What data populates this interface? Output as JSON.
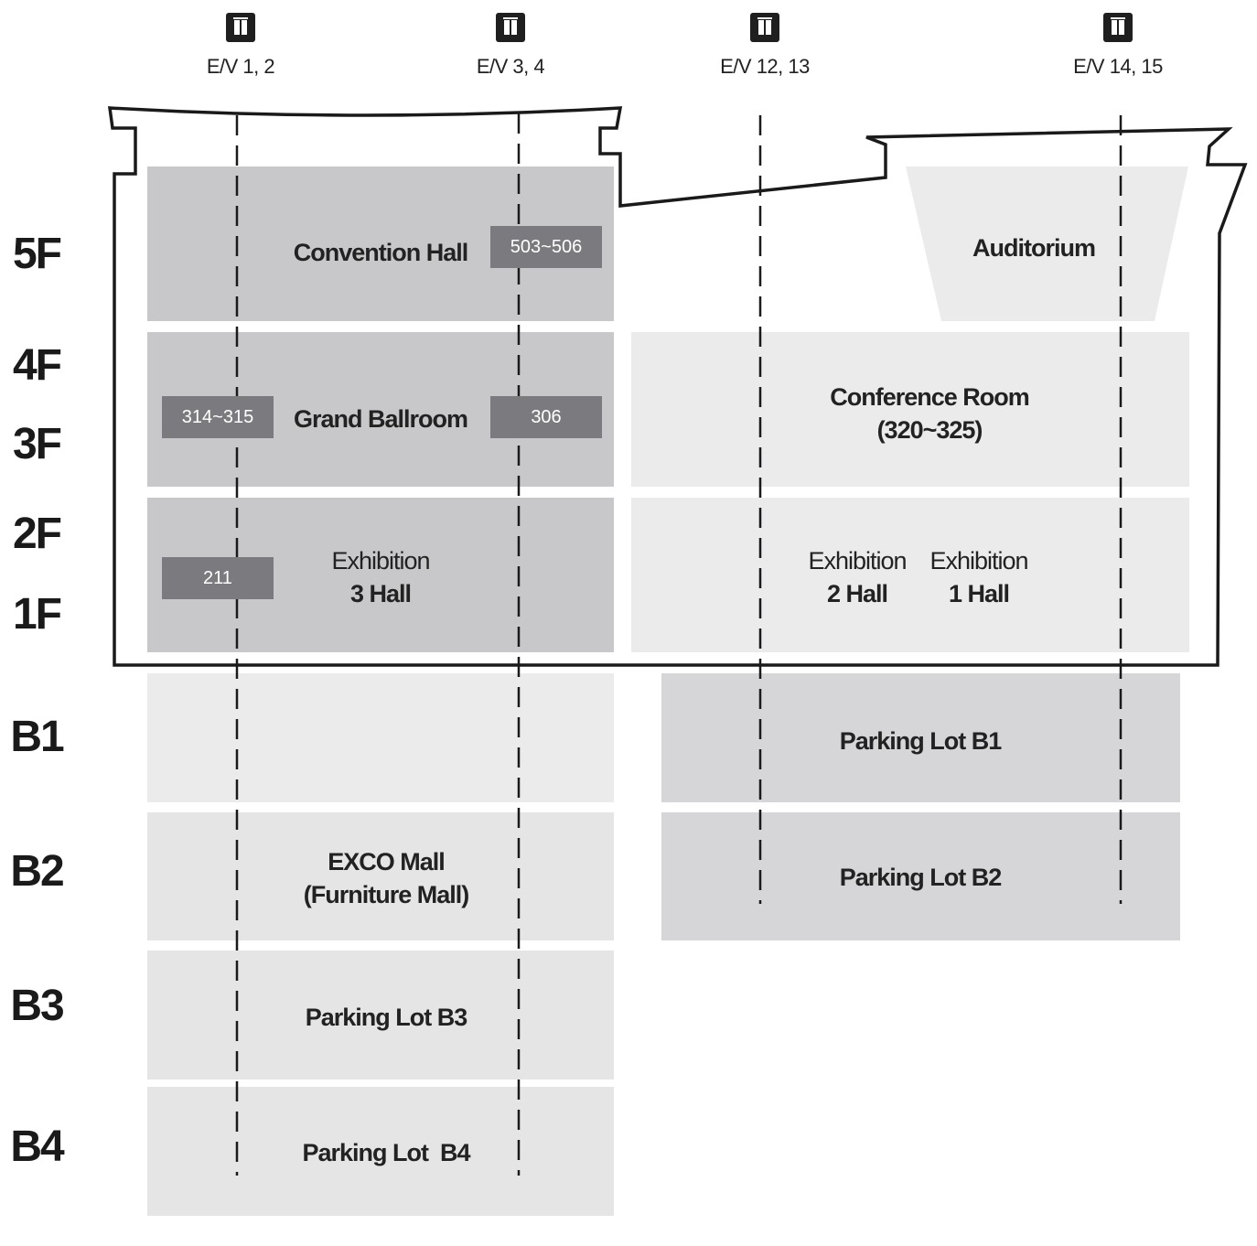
{
  "elevators": [
    {
      "label": "E/V 1, 2",
      "icon": "elevator-icon"
    },
    {
      "label": "E/V 3, 4",
      "icon": "elevator-icon"
    },
    {
      "label": "E/V 12, 13",
      "icon": "elevator-icon"
    },
    {
      "label": "E/V 14, 15",
      "icon": "elevator-icon"
    }
  ],
  "floors": [
    "5F",
    "4F",
    "3F",
    "2F",
    "1F",
    "B1",
    "B2",
    "B3",
    "B4"
  ],
  "rooms": {
    "convention_hall": "Convention Hall",
    "convention_tag": "503~506",
    "auditorium": "Auditorium",
    "grand_ballroom": "Grand Ballroom",
    "ballroom_tag_left": "314~315",
    "ballroom_tag_right": "306",
    "conference_line1": "Conference Room",
    "conference_line2": "(320~325)",
    "exh3_line1": "Exhibition",
    "exh3_line2": "3 Hall",
    "exh3_tag": "211",
    "exh2_line1": "Exhibition",
    "exh2_line2": "2 Hall",
    "exh1_line1": "Exhibition",
    "exh1_line2": "1 Hall",
    "parking_b1": "Parking Lot B1",
    "parking_b2": "Parking Lot B2",
    "mall_line1": "EXCO Mall",
    "mall_line2": "(Furniture Mall)",
    "parking_b3": "Parking Lot B3",
    "parking_b4": "Parking Lot  B4"
  },
  "colors": {
    "dark_block": "#c8c8cb",
    "light_block": "#ebebec",
    "tag": "#7b7b7f",
    "parking": "#d6d6d9"
  }
}
